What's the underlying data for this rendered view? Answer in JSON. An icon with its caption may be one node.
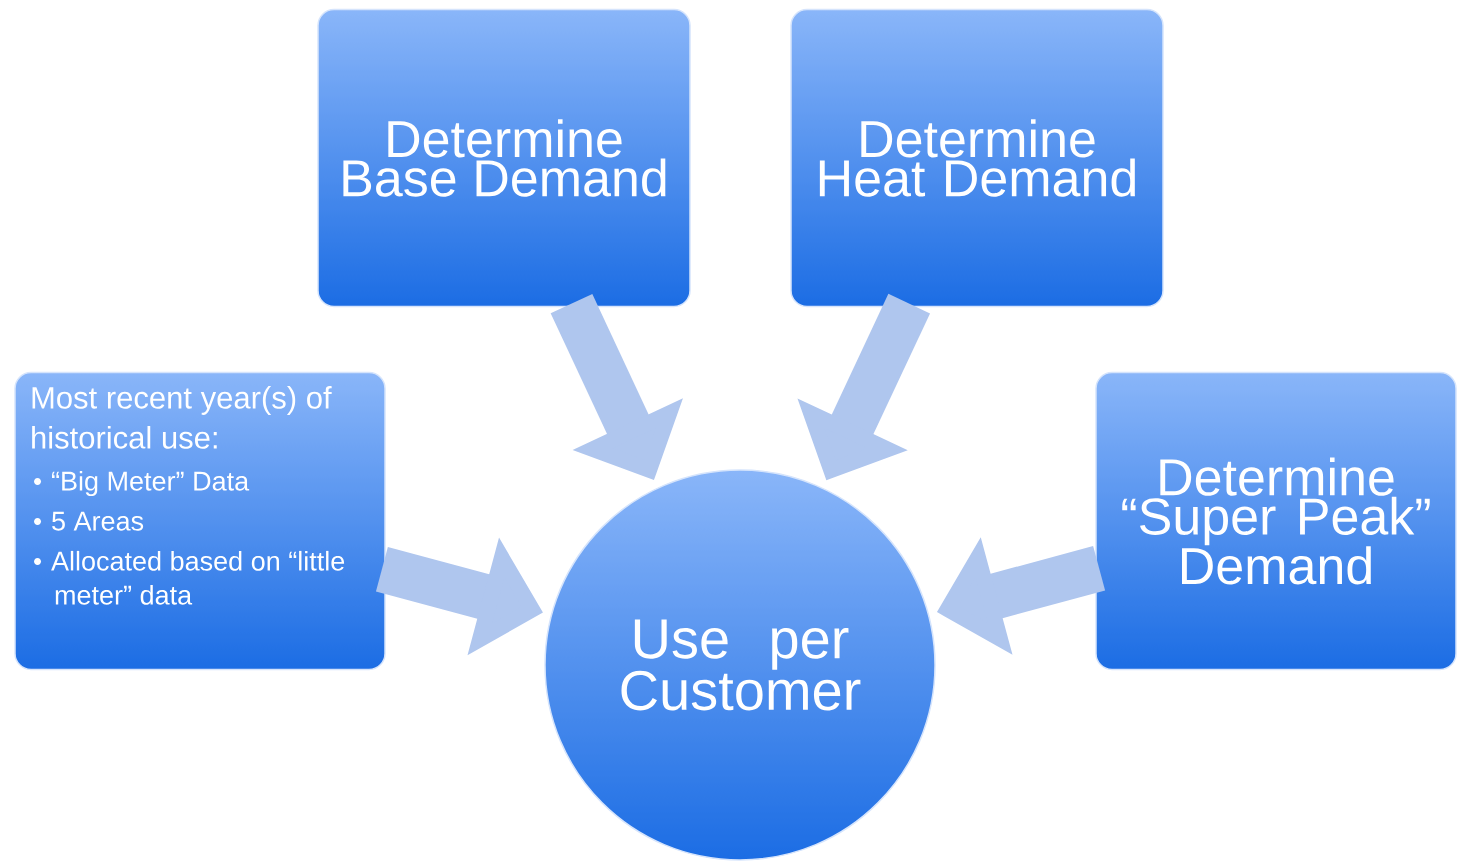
{
  "diagram": {
    "nodes": [
      {
        "text": [
          "Determine Base Demand"
        ]
      },
      {
        "text": [
          "Determine Heat Demand"
        ]
      },
      {
        "text": [
          "Most recent year(s) of historical use:",
          "“Big Meter” Data",
          "5 Areas",
          "Allocated based on “little meter” data"
        ]
      },
      {
        "text": [
          "Determine “Super Peak” Demand"
        ]
      },
      {
        "text": [
          "Use per Customer"
        ]
      }
    ],
    "edges": [
      {
        "from": 0,
        "to": 4,
        "arrow": "to"
      },
      {
        "from": 1,
        "to": 4,
        "arrow": "to"
      },
      {
        "from": 2,
        "to": 4,
        "arrow": "to"
      },
      {
        "from": 3,
        "to": 4,
        "arrow": "to"
      }
    ]
  }
}
